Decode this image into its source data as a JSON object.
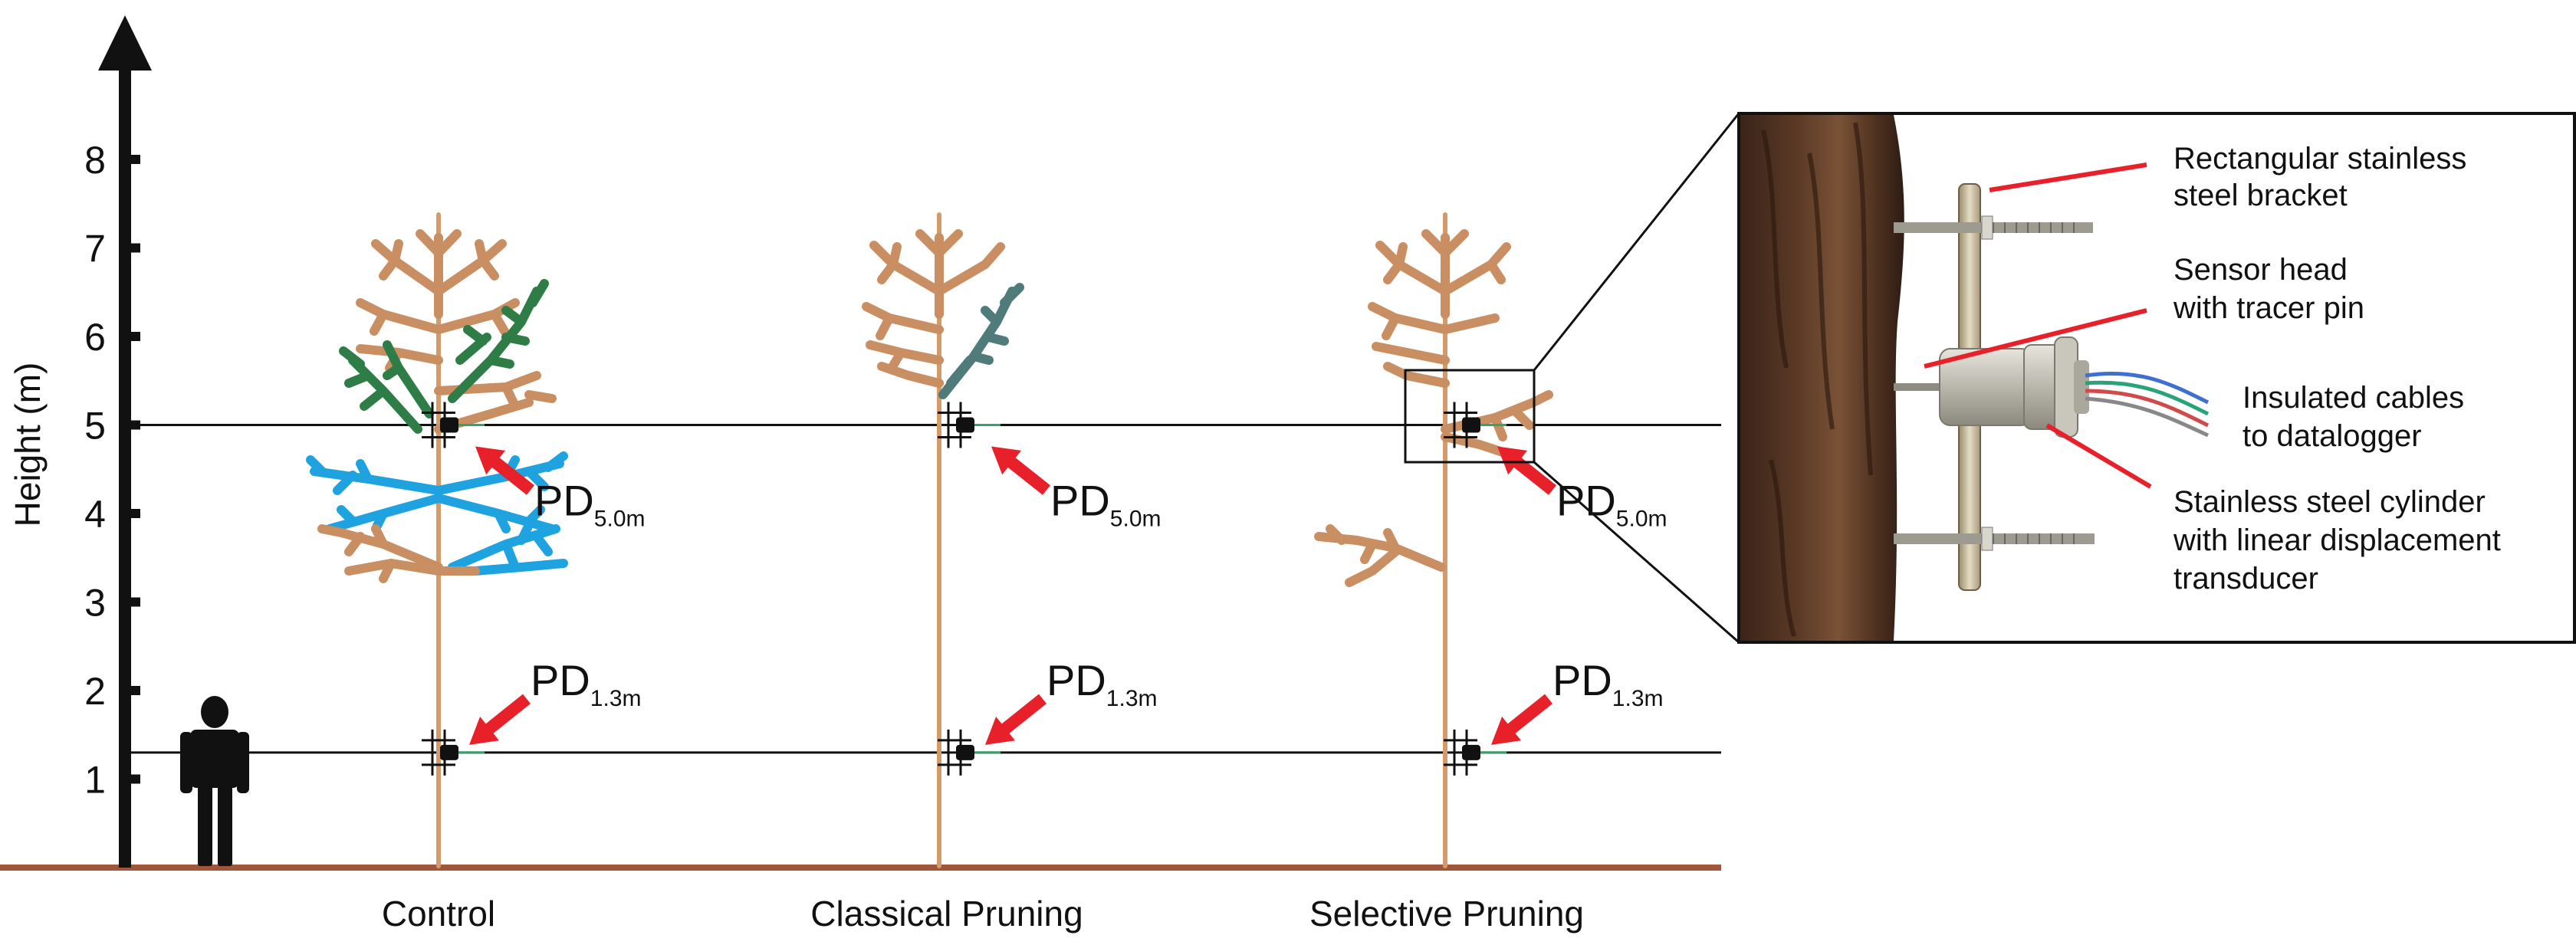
{
  "axis": {
    "label": "Height (m)",
    "ticks": [
      "1",
      "2",
      "3",
      "4",
      "5",
      "6",
      "7",
      "8"
    ]
  },
  "reference_lines": [
    {
      "height_m": 5.0
    },
    {
      "height_m": 1.3
    }
  ],
  "trees": [
    {
      "name": "Control",
      "label": "Control",
      "dendrometers": [
        {
          "base": "PD",
          "sub": "5.0m",
          "height_m": 5.0
        },
        {
          "base": "PD",
          "sub": "1.3m",
          "height_m": 1.3
        }
      ]
    },
    {
      "name": "Classical Pruning",
      "label": "Classical Pruning",
      "dendrometers": [
        {
          "base": "PD",
          "sub": "5.0m",
          "height_m": 5.0
        },
        {
          "base": "PD",
          "sub": "1.3m",
          "height_m": 1.3
        }
      ]
    },
    {
      "name": "Selective Pruning",
      "label": "Selective Pruning",
      "dendrometers": [
        {
          "base": "PD",
          "sub": "5.0m",
          "height_m": 5.0
        },
        {
          "base": "PD",
          "sub": "1.3m",
          "height_m": 1.3
        }
      ]
    }
  ],
  "inset": {
    "callouts": [
      {
        "lines": [
          "Rectangular stainless",
          "steel bracket"
        ]
      },
      {
        "lines": [
          "Sensor head",
          "with tracer pin"
        ]
      },
      {
        "lines": [
          "Insulated cables",
          "to datalogger"
        ]
      },
      {
        "lines": [
          "Stainless steel cylinder",
          "with linear displacement",
          "transducer"
        ]
      }
    ]
  },
  "colors": {
    "trunk": "#d49a6a",
    "branch_brown": "#c98f63",
    "branch_green": "#2e7d46",
    "branch_blue": "#1fa3e0",
    "branch_teal": "#4f7b7a",
    "arrow": "#e8202a",
    "ground": "#a0563a",
    "axis": "#111111"
  }
}
